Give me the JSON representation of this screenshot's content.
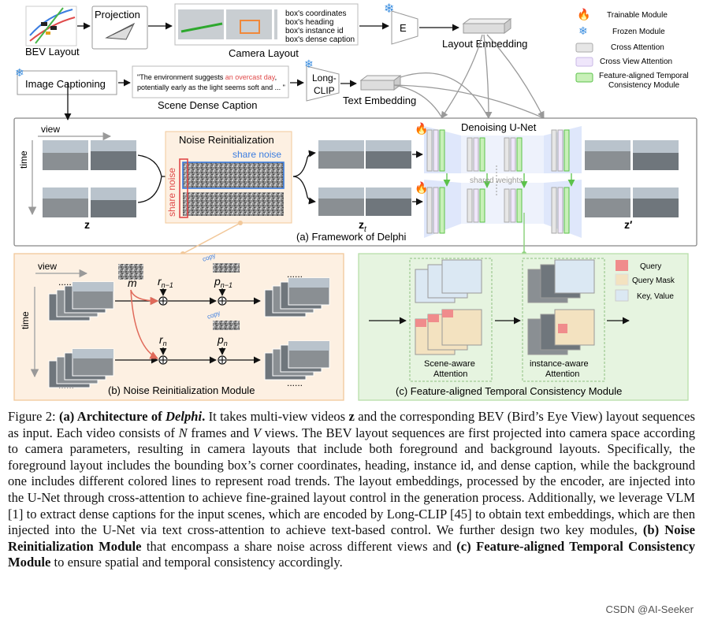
{
  "top": {
    "bev_layout": "BEV Layout",
    "projection": "Projection",
    "camera_layout": "Camera Layout",
    "box_info": [
      "box's coordinates",
      "box's heading",
      "box's instance id",
      "box's dense caption"
    ],
    "encoder": "E",
    "layout_embedding": "Layout Embedding",
    "image_captioning": "Image Captioning",
    "caption_quote_1a": "\"The environment suggests ",
    "caption_quote_1b": "an overcast day",
    "caption_quote_1c": ",",
    "caption_quote_2": "potentially early as the light seems soft and ... \"",
    "scene_dense_caption": "Scene Dense Caption",
    "long_clip": [
      "Long-",
      "CLIP"
    ],
    "text_embedding": "Text Embedding"
  },
  "legend": {
    "items": [
      {
        "label": "Trainable Module",
        "icon": "fire-icon"
      },
      {
        "label": "Frozen Module",
        "icon": "snowflake-icon"
      },
      {
        "label": "Cross Attention",
        "color": "#e6e6e6"
      },
      {
        "label": "Cross View Attention",
        "color": "#efe6fb"
      },
      {
        "label": "Feature-aligned Temporal",
        "label2": "Consistency Module",
        "color": "#c8f0b8"
      }
    ]
  },
  "framework": {
    "view": "view",
    "time": "time",
    "noise_reinit": "Noise Reinitialization",
    "share_noise_h": "share noise",
    "share_noise_v": "share noise",
    "z": "z",
    "z_t": "z",
    "z_t_sub": "t",
    "z_prime": "z′",
    "denoising_unet": "Denoising U-Net",
    "shared_weights": "shared weights",
    "caption": "(a) Framework of Delphi"
  },
  "panel_b": {
    "view": "view",
    "time": "time",
    "dots": "......",
    "m": "m",
    "r_n1": "r",
    "r_n1_sub": "n−1",
    "p_n1": "p",
    "p_n1_sub": "n−1",
    "r_n": "r",
    "r_n_sub": "n",
    "p_n": "p",
    "p_n_sub": "n",
    "copy": "copy",
    "caption": "(b) Noise Reinitialization Module"
  },
  "panel_c": {
    "legend": [
      "Query",
      "Query Mask",
      "Key, Value"
    ],
    "legend_colors": [
      "#f08c8c",
      "#f3e2c0",
      "#dbe8f3"
    ],
    "scene_aware": [
      "Scene-aware",
      "Attention"
    ],
    "instance_aware": [
      "instance-aware",
      "Attention"
    ],
    "caption": "(c) Feature-aligned Temporal Consistency Module"
  },
  "figure_caption": {
    "p01": "Figure 2: ",
    "p02": "(a) Architecture of ",
    "p03": "Delphi",
    "p04": ".",
    "p05": " It takes multi-view videos ",
    "p06": "z",
    "p07": " and the corresponding BEV (Bird’s Eye View) layout sequences as input. Each video consists of ",
    "p08": "N",
    "p09": " frames and ",
    "p10": "V",
    "p11": " views. The BEV layout sequences are first projected into camera space according to camera parameters, resulting in camera layouts that include both foreground and background layouts. Specifically, the foreground layout includes the bounding box’s corner coordinates, heading, instance id, and dense caption, while the background one includes different colored lines to represent road trends. The layout embeddings, processed by the encoder, are injected into the U-Net through cross-attention to achieve fine-grained layout control in the generation process. Additionally, we leverage VLM [1] to extract dense captions for the input scenes, which are encoded by Long-CLIP [45] to obtain text embeddings, which are then injected into the U-Net via text cross-attention to achieve text-based control. We further design two key modules, ",
    "p12": "(b) Noise Reinitialization Module",
    "p13": " that encompass a share noise across different views and ",
    "p14": "(c) Feature-aligned Temporal Consistency Module",
    "p15": " to ensure spatial and temporal consistency accordingly."
  },
  "watermark": "CSDN @AI-Seeker"
}
